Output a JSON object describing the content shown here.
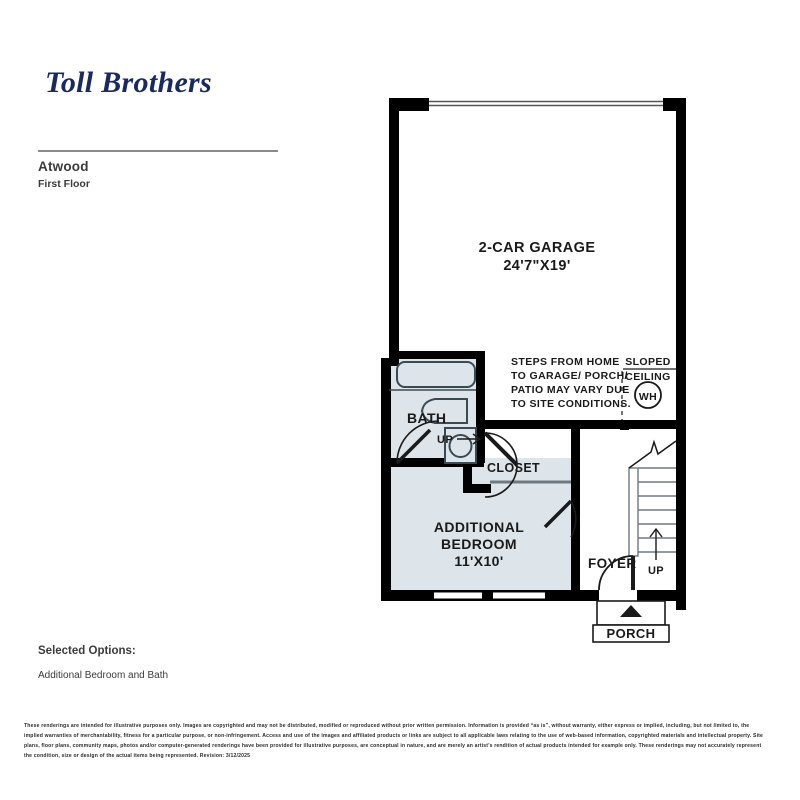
{
  "brand": {
    "logo_text": "Toll Brothers"
  },
  "plan": {
    "name": "Atwood",
    "floor": "First Floor"
  },
  "options": {
    "title": "Selected Options:",
    "items": [
      "Additional Bedroom and Bath"
    ]
  },
  "floorplan": {
    "rooms": [
      {
        "name": "garage",
        "label": "2-CAR GARAGE",
        "dimensions": "24'7\"X19'"
      },
      {
        "name": "bath",
        "label": "BATH",
        "dimensions": ""
      },
      {
        "name": "closet",
        "label": "CLOSET",
        "dimensions": ""
      },
      {
        "name": "additional-bedroom",
        "label_line1": "ADDITIONAL",
        "label_line2": "BEDROOM",
        "dimensions": "11'X10'"
      },
      {
        "name": "foyer",
        "label": "FOYER",
        "dimensions": ""
      },
      {
        "name": "porch",
        "label": "PORCH",
        "dimensions": ""
      }
    ],
    "notes": {
      "steps_note_line1": "STEPS FROM HOME",
      "steps_note_line2": "TO GARAGE/ PORCH/",
      "steps_note_line3": "PATIO MAY VARY DUE",
      "steps_note_line4": "TO SITE CONDITIONS.",
      "sloped_line1": "SLOPED",
      "sloped_line2": "CEILING",
      "water_heater": "WH",
      "up_garage": "UP",
      "up_stairs": "UP"
    },
    "colors": {
      "room_fill": "#dde4ea",
      "wall": "#000000",
      "fixture_stroke": "#3a4a52",
      "text": "#1a1a1a",
      "brand": "#1b2a5e"
    }
  },
  "disclaimer": {
    "text": "These renderings are intended for illustrative purposes only. Images are copyrighted and may not be distributed, modified or reproduced without prior written permission. Information is provided “as is”, without warranty, either express or implied, including, but not limited to, the implied warranties of merchantability, fitness for a particular purpose, or non-infringement. Access and use of the images and affiliated products or links are subject to all applicable laws relating to the use of web-based information, copyrighted materials and intellectual property. Site plans, floor plans, community maps, photos and/or computer-generated renderings have been provided for illustrative purposes, are conceptual in nature, and are merely an artist’s rendition of actual products intended for example only. These renderings may not accurately represent the condition, size or design of the actual items being represented. Revision: 3/12/2025"
  }
}
